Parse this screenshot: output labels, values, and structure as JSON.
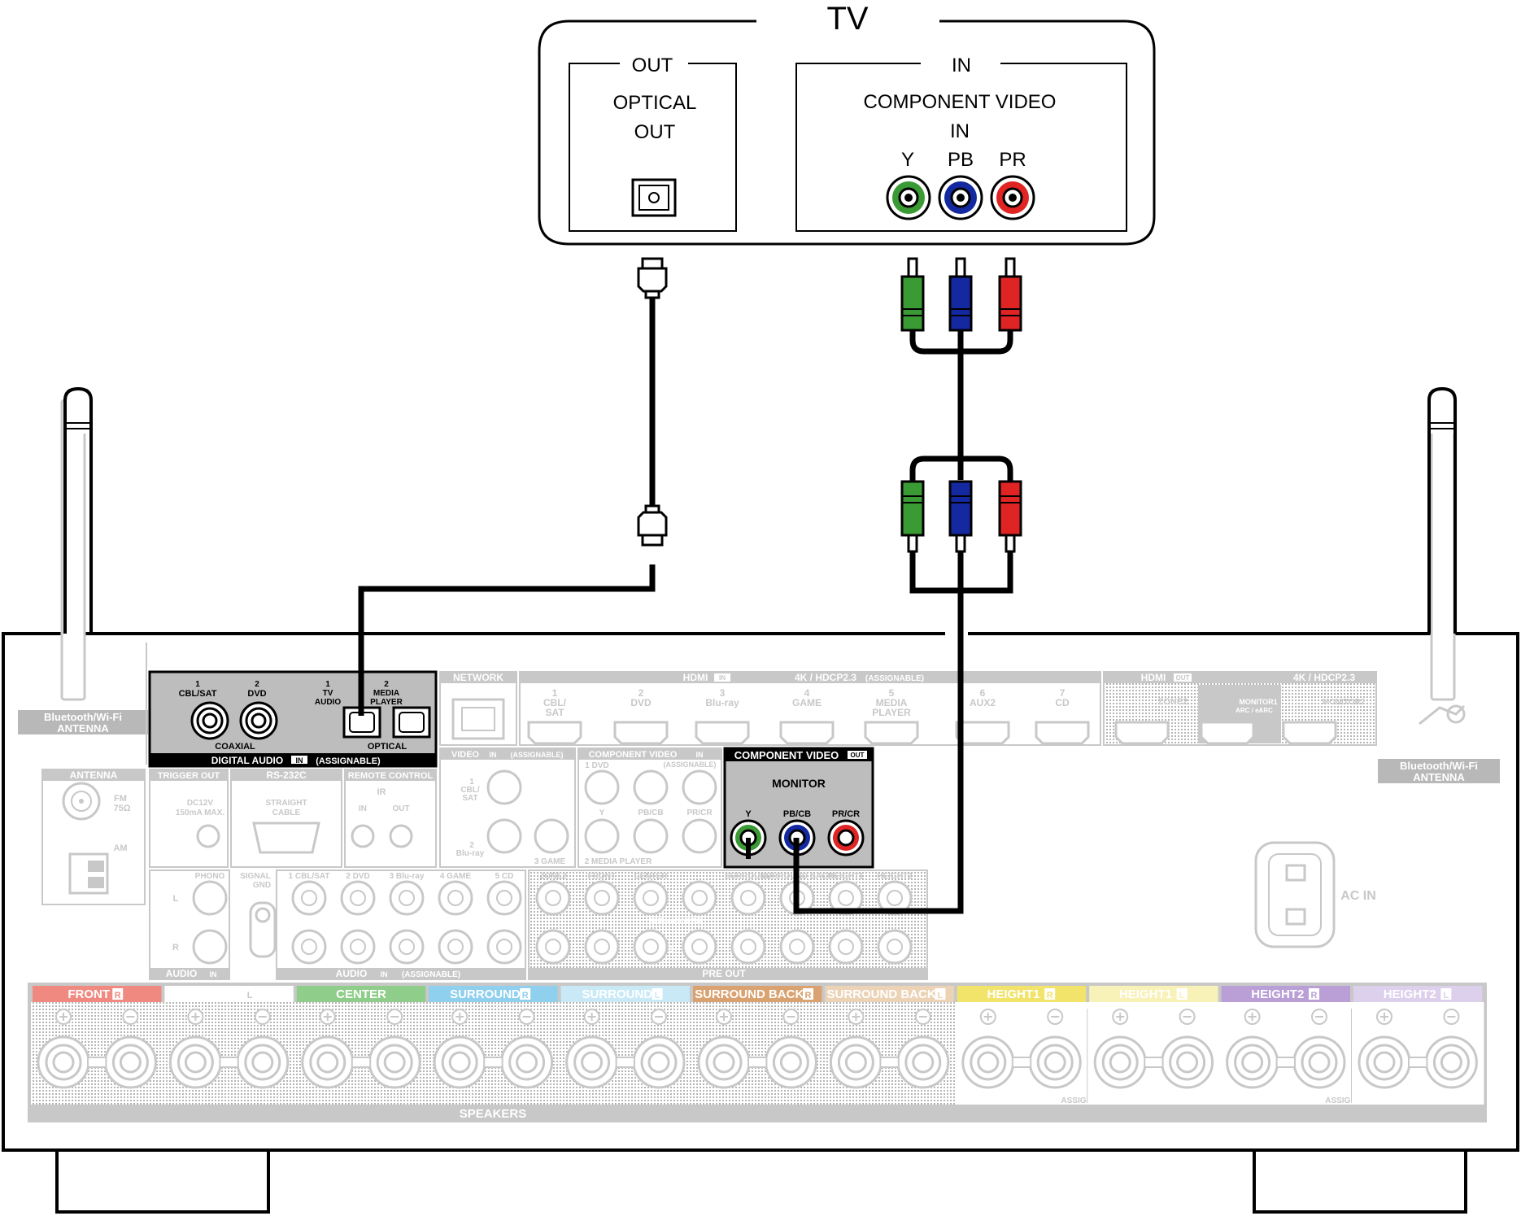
{
  "tv": {
    "title": "TV",
    "out_group": "OUT",
    "optical_out_line1": "OPTICAL",
    "optical_out_line2": "OUT",
    "in_group": "IN",
    "component_line1": "COMPONENT VIDEO",
    "component_line2": "IN",
    "y": "Y",
    "pb": "PB",
    "pr": "PR"
  },
  "colors": {
    "green": "#3a9a34",
    "blue": "#1428a0",
    "red": "#e02424",
    "cable": "#000000",
    "inactive": "#c8c8c8"
  },
  "receiver": {
    "bt_left": [
      "Bluetooth/Wi-Fi",
      "ANTENNA"
    ],
    "bt_right": [
      "Bluetooth/Wi-Fi",
      "ANTENNA"
    ],
    "digital_audio": {
      "label": "DIGITAL AUDIO",
      "in": "IN",
      "assignable": "(ASSIGNABLE)",
      "coaxial": "COAXIAL",
      "optical": "OPTICAL",
      "coax1": [
        "1",
        "CBL/SAT"
      ],
      "coax2": [
        "2",
        "DVD"
      ],
      "opt1": [
        "1",
        "TV",
        "AUDIO"
      ],
      "opt2": [
        "2",
        "MEDIA",
        "PLAYER"
      ]
    },
    "network": "NETWORK",
    "hdmi_in": {
      "label": "HDMI",
      "in": "IN",
      "spec": "4K / HDCP2.3",
      "assignable": "(ASSIGNABLE)",
      "ports": [
        [
          "1",
          "CBL/",
          "SAT"
        ],
        [
          "2",
          "DVD",
          ""
        ],
        [
          "3",
          "Blu-ray",
          ""
        ],
        [
          "4",
          "GAME",
          ""
        ],
        [
          "5",
          "MEDIA",
          "PLAYER"
        ],
        [
          "6",
          "AUX2",
          ""
        ],
        [
          "7",
          "CD",
          ""
        ]
      ]
    },
    "hdmi_out": {
      "label": "HDMI",
      "out": "OUT",
      "spec": "4K / HDCP2.3",
      "zone2": "ZONE2",
      "monitor1": [
        "MONITOR1",
        "ARC / eARC"
      ],
      "monitor2": "MONITOR2"
    },
    "video_in": {
      "label": "VIDEO",
      "in": "IN",
      "assignable": "(ASSIGNABLE)",
      "p1": [
        "1",
        "CBL/",
        "SAT"
      ],
      "p2": [
        "2",
        "Blu-ray"
      ],
      "p3": "3 GAME"
    },
    "component_in": {
      "label": "COMPONENT VIDEO",
      "in": "IN",
      "assignable": "(ASSIGNABLE)",
      "p1": "1 DVD",
      "p2": "2 MEDIA PLAYER",
      "y": "Y",
      "pb": "PB/CB",
      "pr": "PR/CR"
    },
    "component_out": {
      "label": "COMPONENT VIDEO",
      "out": "OUT",
      "monitor": "MONITOR",
      "y": "Y",
      "pb": "PB/CB",
      "pr": "PR/CR"
    },
    "antenna": {
      "label": "ANTENNA",
      "fm": [
        "FM",
        "75Ω"
      ],
      "am": "AM"
    },
    "trigger": {
      "label": "TRIGGER OUT",
      "spec": [
        "DC12V",
        "150mA MAX."
      ]
    },
    "rs232": {
      "label": "RS-232C",
      "cable": [
        "STRAIGHT",
        "CABLE"
      ]
    },
    "remote": {
      "label": "REMOTE CONTROL",
      "ir": "IR",
      "in": "IN",
      "out": "OUT"
    },
    "phono": {
      "label": "PHONO",
      "signal_gnd": [
        "SIGNAL",
        "GND"
      ],
      "l": "L",
      "r": "R",
      "audio": "AUDIO",
      "in": "IN"
    },
    "audio_in": {
      "labels": [
        "1 CBL/SAT",
        "2 DVD",
        "3 Blu-ray",
        "4 GAME",
        "5 CD"
      ],
      "audio": "AUDIO",
      "in": "IN",
      "assignable": "(ASSIGNABLE)"
    },
    "pre_out": {
      "labels": [
        "ZONE2",
        "FRONT",
        "CENTER",
        "SURROUND",
        "SURROUND BACK",
        "HEIGHT1",
        "HEIGHT2"
      ],
      "subwoofer": "SUBWOOFER",
      "sub_nums": [
        "1",
        "2"
      ],
      "label": "PRE OUT"
    },
    "ac_in": "AC IN",
    "speakers": {
      "label": "SPEAKERS",
      "assignable": "ASSIGNABLE",
      "channels": [
        {
          "name": "FRONT",
          "side": "R",
          "color": "#f08a80"
        },
        {
          "name": "FRONT",
          "side": "L",
          "color": "#ffffff"
        },
        {
          "name": "CENTER",
          "side": "",
          "color": "#8fce8a"
        },
        {
          "name": "SURROUND",
          "side": "R",
          "color": "#8ed0ee"
        },
        {
          "name": "SURROUND",
          "side": "L",
          "color": "#c9e9f7"
        },
        {
          "name": "SURROUND BACK",
          "side": "R",
          "color": "#d9a270"
        },
        {
          "name": "SURROUND BACK",
          "side": "L",
          "color": "#ecd3b6"
        },
        {
          "name": "HEIGHT1",
          "side": "R",
          "color": "#f2e36a"
        },
        {
          "name": "HEIGHT1",
          "side": "L",
          "color": "#f8f1b8"
        },
        {
          "name": "HEIGHT2",
          "side": "R",
          "color": "#b99fd6"
        },
        {
          "name": "HEIGHT2",
          "side": "L",
          "color": "#ddd0ec"
        }
      ]
    }
  }
}
